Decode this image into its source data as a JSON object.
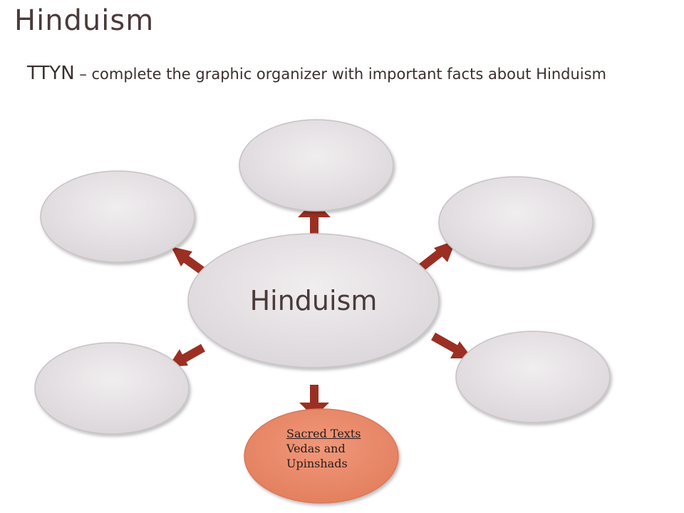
{
  "slide": {
    "title": "Hinduism",
    "instruction_lead": "TTYN",
    "instruction_text": " – complete the graphic organizer with important facts about Hinduism"
  },
  "organizer": {
    "center_label": "Hinduism",
    "filled_node": {
      "heading": "Sacred Texts",
      "line1": "Vedas  and",
      "line2": "Upinshads"
    },
    "empty_nodes": [
      "top",
      "upper-left",
      "upper-right",
      "lower-left",
      "lower-right"
    ]
  },
  "colors": {
    "node_fill": "#e6e2e4",
    "node_stroke": "#c8c2c6",
    "filled_node_fill": "#ec8c6c",
    "arrow": "#9b2f23",
    "title_text": "#4a3a3a"
  }
}
